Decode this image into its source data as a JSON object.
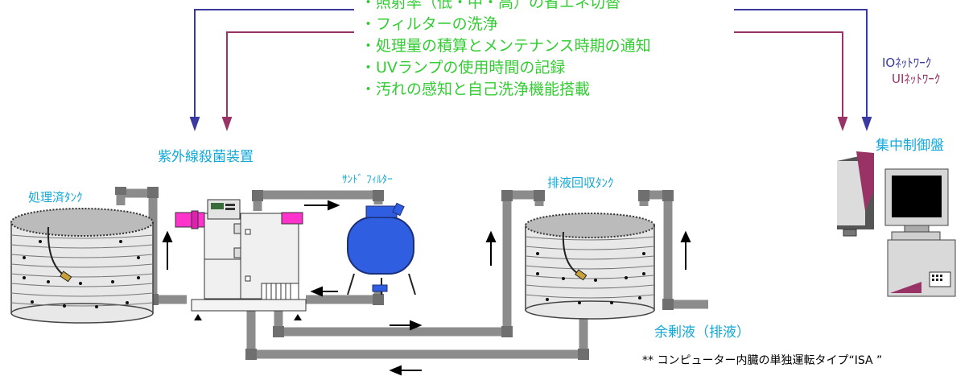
{
  "features": [
    "・照射率（低・中・高）の省エネ切替",
    "・フィルターの洗浄",
    "・処理量の積算とメンテナンス時期の通知",
    "・UVランプの使用時間の記録",
    "・汚れの感知と自己洗浄機能搭載"
  ],
  "network": {
    "io": "IOﾈｯﾄﾜｰｸ",
    "ui": "UIﾈｯﾄﾜｰｸ"
  },
  "labels": {
    "uv_device": "紫外線殺菌装置",
    "control_panel": "集中制御盤",
    "treated_tank": "処理済ﾀﾝｸ",
    "sand_filter": "ｻﾝﾄﾞ ﾌｨﾙﾀｰ",
    "drain_tank": "排液回収ﾀﾝｸ",
    "surplus": "余剰液（排液）",
    "footnote": "** コンピューター内臓の単独運転タイプ“ISA ”"
  },
  "colors": {
    "feature_text": "#33cc33",
    "label_text": "#11a8d8",
    "io_line": "#3a3aa0",
    "ui_line": "#993366",
    "pipe": "#8a8a8a",
    "filter": "#2f5fe0",
    "ports": "#ff33cc"
  }
}
